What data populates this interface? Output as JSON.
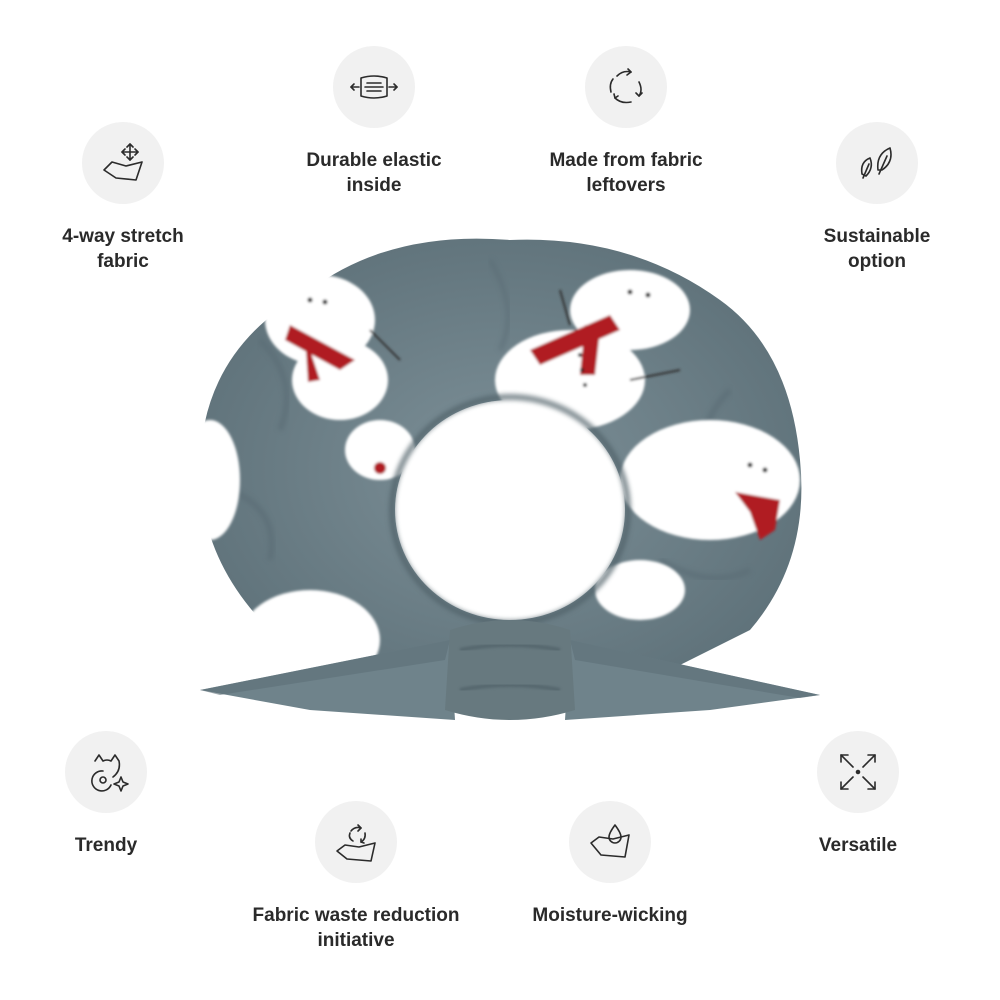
{
  "features": [
    {
      "id": "stretch",
      "label": "4-way stretch\nfabric",
      "icon": "stretch-arrows-icon"
    },
    {
      "id": "elastic",
      "label": "Durable elastic\ninside",
      "icon": "elastic-band-icon"
    },
    {
      "id": "leftovers",
      "label": "Made from fabric\nleftovers",
      "icon": "recycle-arrows-icon"
    },
    {
      "id": "sustainable",
      "label": "Sustainable\noption",
      "icon": "leaves-icon"
    },
    {
      "id": "trendy",
      "label": "Trendy",
      "icon": "fox-sparkle-icon"
    },
    {
      "id": "waste",
      "label": "Fabric waste reduction\ninitiative",
      "icon": "recycle-fabric-icon"
    },
    {
      "id": "moisture",
      "label": "Moisture-wicking",
      "icon": "water-drop-fabric-icon"
    },
    {
      "id": "versatile",
      "label": "Versatile",
      "icon": "expand-arrows-icon"
    }
  ],
  "product": {
    "name": "snowman-scrunchie-image",
    "fabric_color": "#6f838b",
    "fabric_dark": "#5d7078",
    "snow_color": "#ffffff",
    "scarf_color": "#b01e24"
  },
  "colors": {
    "background": "#ffffff",
    "icon_bg": "#f1f1f1",
    "text": "#2a2a2a"
  }
}
